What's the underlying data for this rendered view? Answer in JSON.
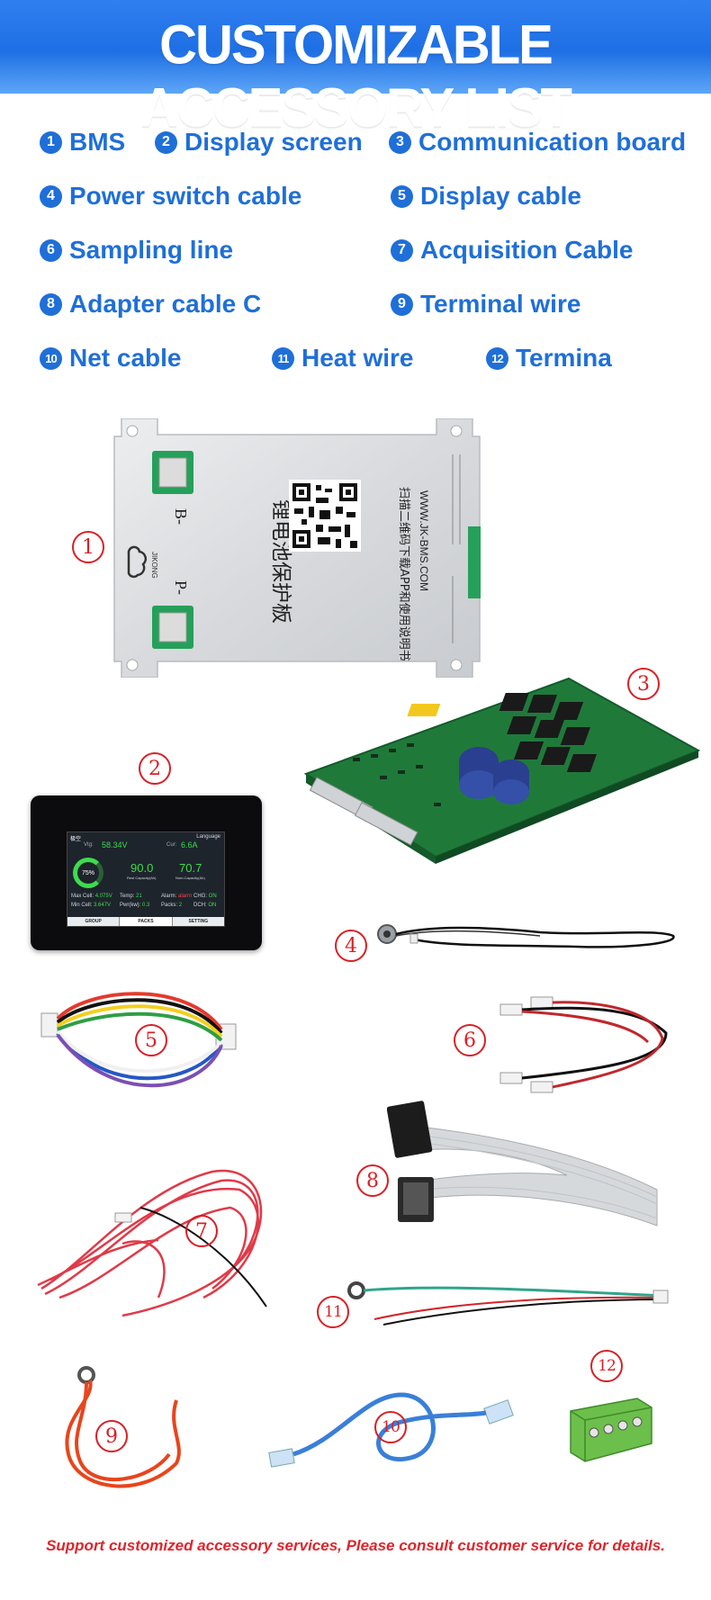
{
  "banner": {
    "title": "CUSTOMIZABLE ACCESSORY LIST"
  },
  "items": [
    {
      "num": "1",
      "label": "BMS"
    },
    {
      "num": "2",
      "label": "Display screen"
    },
    {
      "num": "3",
      "label": "Communication board"
    },
    {
      "num": "4",
      "label": "Power switch cable"
    },
    {
      "num": "5",
      "label": "Display cable"
    },
    {
      "num": "6",
      "label": "Sampling line"
    },
    {
      "num": "7",
      "label": "Acquisition Cable"
    },
    {
      "num": "8",
      "label": "Adapter cable C"
    },
    {
      "num": "9",
      "label": "Terminal wire"
    },
    {
      "num": "10",
      "label": "Net cable"
    },
    {
      "num": "11",
      "label": "Heat wire"
    },
    {
      "num": "12",
      "label": "Termina"
    }
  ],
  "markers": [
    "1",
    "2",
    "3",
    "4",
    "5",
    "6",
    "7",
    "8",
    "9",
    "10",
    "11",
    "12"
  ],
  "bms": {
    "logo": "JIKONG",
    "b_minus": "B-",
    "p_minus": "P-",
    "title_cn": "锂电池保护板",
    "scan_cn": "扫描二维码下载APP和使用说明书",
    "url": "WWW.JK-BMS.COM"
  },
  "screen": {
    "brand": "极空",
    "lang": "Language",
    "vtg_label": "Vtg:",
    "vtg": "58.34V",
    "cur_label": "Cur:",
    "cur": "6.6A",
    "soc": "75%",
    "rest_cap": "90.0",
    "rest_cap_label": "Rest Capacity(Ah)",
    "nom_cap": "70.7",
    "nom_cap_label": "Nom.Capacity(Ah)",
    "max_cell_label": "Max Cell:",
    "max_cell": "4.075V",
    "min_cell_label": "Min Cell:",
    "min_cell": "3.647V",
    "temp_label": "Temp:",
    "temp": "21",
    "pwr_label": "Pwr(kw):",
    "pwr": "0.3",
    "alarm_label": "Alarm:",
    "alarm": "alarm",
    "packs_label": "Packs:",
    "packs": "2",
    "chg_label": "CHG:",
    "chg": "ON",
    "dch_label": "DCH:",
    "dch": "ON",
    "tabs": [
      "GROUP",
      "PACKS",
      "SETTING"
    ]
  },
  "footer": "Support customized accessory services, Please consult customer service for details.",
  "colors": {
    "accent": "#1f6fd8",
    "banner": "#1e6fe4",
    "marker": "#d91f26"
  }
}
